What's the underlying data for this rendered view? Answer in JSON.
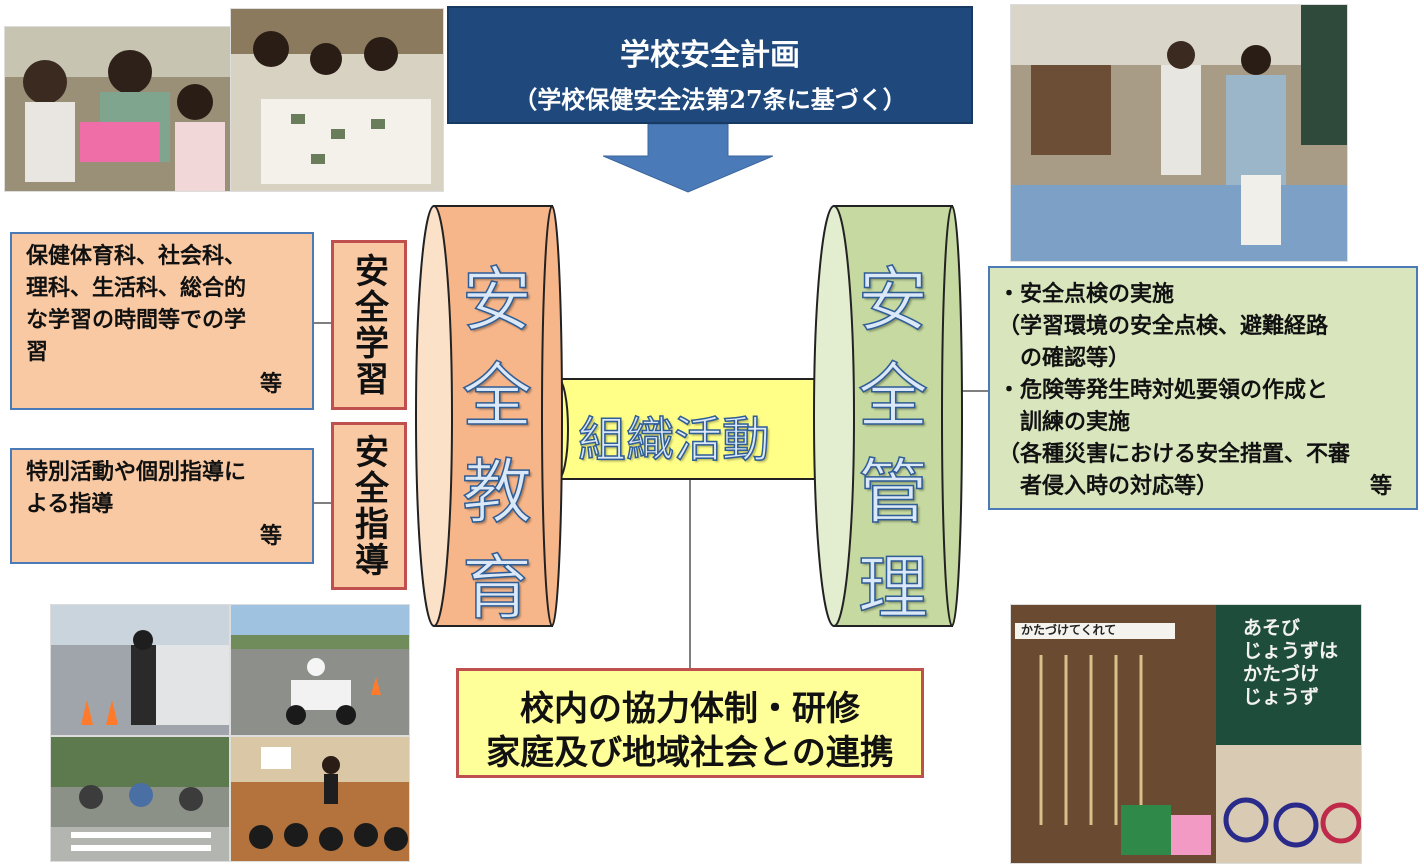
{
  "title": {
    "main": "学校安全計画",
    "sub": "（学校保健安全法第27条に基づく）"
  },
  "education": {
    "label": [
      "安",
      "全",
      "教",
      "育"
    ],
    "learning_label": "安全学習",
    "guidance_label": "安全指導",
    "learning_text": [
      "保健体育科、社会科、",
      "理科、生活科、総合的",
      "な学習の時間等での学",
      "習"
    ],
    "learning_suffix": "等",
    "guidance_text": [
      "特別活動や個別指導に",
      "よる指導"
    ],
    "guidance_suffix": "等"
  },
  "organization": {
    "label": "組織活動"
  },
  "management": {
    "label": [
      "安",
      "全",
      "管",
      "理"
    ],
    "items": [
      "・安全点検の実施",
      "（学習環境の安全点検、避難経路",
      "　の確認等）",
      "・危険等発生時対処要領の作成と",
      "　訓練の実施",
      "（各種災害における安全措置、不審",
      "　者侵入時の対応等）"
    ],
    "suffix": "等"
  },
  "cooperation": {
    "line1": "校内の協力体制・研修",
    "line2": "家庭及び地域社会との連携"
  },
  "photo_signs": {
    "sign_text": "かたづけてくれて",
    "board_lines": [
      "あそび",
      "じょうずは",
      "かたづけ",
      "じょうず"
    ]
  },
  "colors": {
    "title_bg": "#1f497d",
    "orange": "#f9c9a3",
    "green": "#d8e5bd",
    "yellow": "#ffff99",
    "red_border": "#c0504d",
    "blue_border": "#4a7ab8",
    "arrow": "#4a7ab8"
  }
}
